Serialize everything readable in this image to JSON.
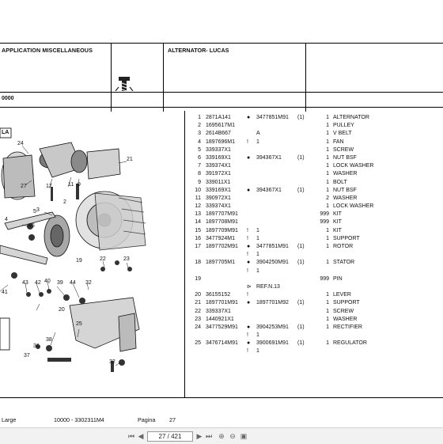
{
  "header": {
    "section_title": "APPLICATION MISCELLANEOUS",
    "group_title": "ALTERNATOR- LUCAS",
    "model_code": "0000"
  },
  "diagram": {
    "label_la": "LA",
    "callouts": [
      "24",
      "27",
      "17",
      "11",
      "9",
      "21",
      "2",
      "3",
      "4",
      "45",
      "43",
      "42",
      "40",
      "39",
      "44",
      "32",
      "19",
      "22",
      "23",
      "20",
      "41",
      "25",
      "38",
      "37",
      "36",
      "32",
      "5"
    ]
  },
  "parts": [
    {
      "ref": "1",
      "pn": "2871A141",
      "mark": "●",
      "alt": "3477851M91",
      "note": "(1)",
      "qty": "1",
      "desc": "ALTERNATOR"
    },
    {
      "ref": "2",
      "pn": "1695617M1",
      "mark": "",
      "alt": "",
      "note": "",
      "qty": "1",
      "desc": "PULLEY"
    },
    {
      "ref": "3",
      "pn": "2614B667",
      "mark": "",
      "alt": "A",
      "note": "",
      "qty": "1",
      "desc": "V BELT"
    },
    {
      "ref": "4",
      "pn": "1897696M1",
      "mark": "!",
      "alt": "1",
      "note": "",
      "qty": "1",
      "desc": "FAN"
    },
    {
      "ref": "5",
      "pn": "339337X1",
      "mark": "",
      "alt": "",
      "note": "",
      "qty": "1",
      "desc": "SCREW"
    },
    {
      "ref": "6",
      "pn": "339169X1",
      "mark": "●",
      "alt": "394367X1",
      "note": "(1)",
      "qty": "1",
      "desc": "NUT BSF"
    },
    {
      "ref": "7",
      "pn": "339374X1",
      "mark": "",
      "alt": "",
      "note": "",
      "qty": "1",
      "desc": "LOCK WASHER"
    },
    {
      "ref": "8",
      "pn": "391972X1",
      "mark": "",
      "alt": "",
      "note": "",
      "qty": "1",
      "desc": "WASHER"
    },
    {
      "ref": "9",
      "pn": "339011X1",
      "mark": "",
      "alt": "",
      "note": "",
      "qty": "1",
      "desc": "BOLT"
    },
    {
      "ref": "10",
      "pn": "339169X1",
      "mark": "●",
      "alt": "394367X1",
      "note": "(1)",
      "qty": "1",
      "desc": "NUT BSF"
    },
    {
      "ref": "11",
      "pn": "390972X1",
      "mark": "",
      "alt": "",
      "note": "",
      "qty": "2",
      "desc": "WASHER"
    },
    {
      "ref": "12",
      "pn": "339374X1",
      "mark": "",
      "alt": "",
      "note": "",
      "qty": "1",
      "desc": "LOCK WASHER"
    },
    {
      "ref": "13",
      "pn": "1897707M91",
      "mark": "",
      "alt": "",
      "note": "",
      "qty": "999",
      "desc": "KIT"
    },
    {
      "ref": "14",
      "pn": "1897708M91",
      "mark": "",
      "alt": "",
      "note": "",
      "qty": "999",
      "desc": "KIT"
    },
    {
      "ref": "15",
      "pn": "1897709M91",
      "mark": "!",
      "alt": "1",
      "note": "",
      "qty": "1",
      "desc": "KIT"
    },
    {
      "ref": "16",
      "pn": "3477924M1",
      "mark": "!",
      "alt": "1",
      "note": "",
      "qty": "1",
      "desc": "SUPPORT"
    },
    {
      "ref": "17",
      "pn": "1897702M91",
      "mark": "●",
      "alt": "3477851M91",
      "note": "(1)",
      "qty": "1",
      "desc": "ROTOR"
    },
    {
      "ref": "",
      "pn": "",
      "mark": "!",
      "alt": "1",
      "note": "",
      "qty": "",
      "desc": ""
    },
    {
      "ref": "18",
      "pn": "1897705M1",
      "mark": "●",
      "alt": "3904250M91",
      "note": "(1)",
      "qty": "1",
      "desc": "STATOR"
    },
    {
      "ref": "",
      "pn": "",
      "mark": "!",
      "alt": "1",
      "note": "",
      "qty": "",
      "desc": ""
    },
    {
      "ref": "19",
      "pn": "",
      "mark": "",
      "alt": "",
      "note": "",
      "qty": "999",
      "desc": "PIN"
    },
    {
      "ref": "",
      "pn": "",
      "mark": "⊳",
      "alt": "REF.N.13",
      "note": "",
      "qty": "",
      "desc": ""
    },
    {
      "ref": "20",
      "pn": "36155152",
      "mark": "!",
      "alt": "",
      "note": "",
      "qty": "1",
      "desc": "LEVER"
    },
    {
      "ref": "21",
      "pn": "1897701M91",
      "mark": "●",
      "alt": "1897701M92",
      "note": "(1)",
      "qty": "1",
      "desc": "SUPPORT"
    },
    {
      "ref": "22",
      "pn": "339337X1",
      "mark": "",
      "alt": "",
      "note": "",
      "qty": "1",
      "desc": "SCREW"
    },
    {
      "ref": "23",
      "pn": "1440921X1",
      "mark": "",
      "alt": "",
      "note": "",
      "qty": "1",
      "desc": "WASHER"
    },
    {
      "ref": "24",
      "pn": "3477529M91",
      "mark": "●",
      "alt": "3904253M91",
      "note": "(1)",
      "qty": "1",
      "desc": "RECTIFIER"
    },
    {
      "ref": "",
      "pn": "",
      "mark": "!",
      "alt": "1",
      "note": "",
      "qty": "",
      "desc": ""
    },
    {
      "ref": "25",
      "pn": "3476714M91",
      "mark": "●",
      "alt": "3900691M91",
      "note": "(1)",
      "qty": "1",
      "desc": "REGULATOR"
    },
    {
      "ref": "",
      "pn": "",
      "mark": "!",
      "alt": "1",
      "note": "",
      "qty": "",
      "desc": ""
    }
  ],
  "footer": {
    "left": "Large",
    "center": "10000 - 3302311M4",
    "pagina_label": "Pagina",
    "page_no": "27"
  },
  "toolbar": {
    "page_indicator": "27 / 421"
  }
}
